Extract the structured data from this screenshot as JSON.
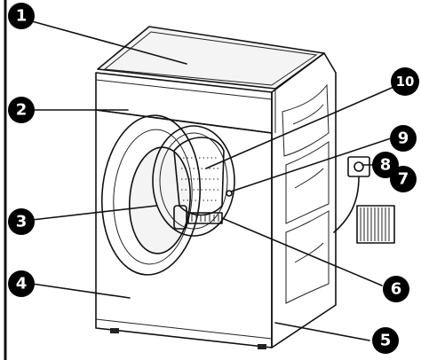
{
  "callouts": [
    {
      "label": "1"
    },
    {
      "label": "2"
    },
    {
      "label": "3"
    },
    {
      "label": "4"
    },
    {
      "label": "5"
    },
    {
      "label": "6"
    },
    {
      "label": "7"
    },
    {
      "label": "8"
    },
    {
      "label": "9"
    },
    {
      "label": "10"
    }
  ],
  "colors": {
    "badge": "#000000",
    "line": "#111111",
    "background": "#ffffff"
  }
}
